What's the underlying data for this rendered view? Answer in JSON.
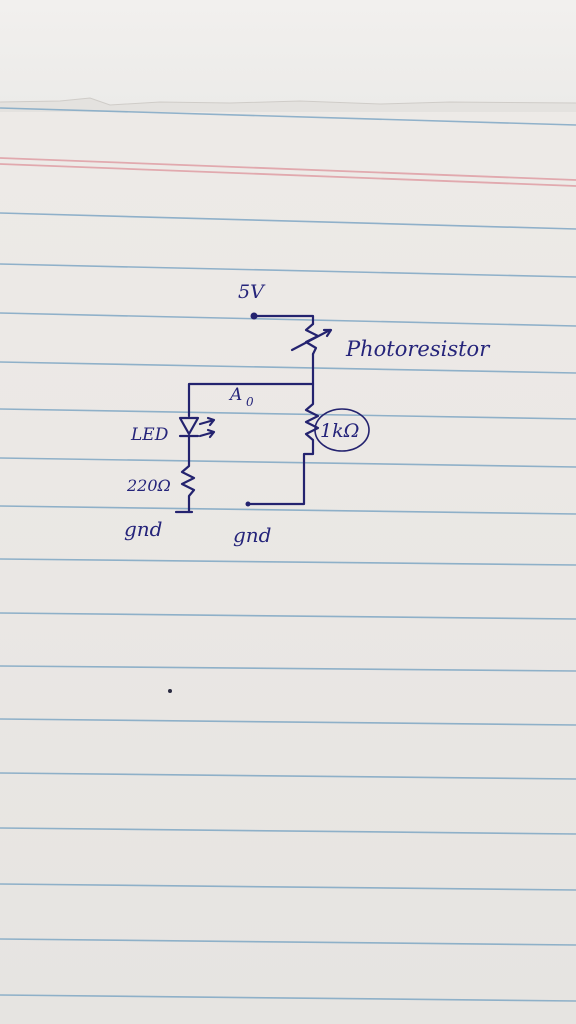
{
  "diagram": {
    "supply_label": "5V",
    "photoresistor_label": "Photoresistor",
    "analog_pin_label": "A",
    "analog_pin_subscript": "0",
    "led_label": "LED",
    "led_resistor_label": "220Ω",
    "divider_resistor_label": "1kΩ",
    "ground_left_label": "gnd",
    "ground_right_label": "gnd"
  },
  "colors": {
    "ink": "#25247a",
    "paper": "#ebe8e5",
    "rule_line": "#7fa7c4",
    "margin_line": "#e0a2a8"
  }
}
